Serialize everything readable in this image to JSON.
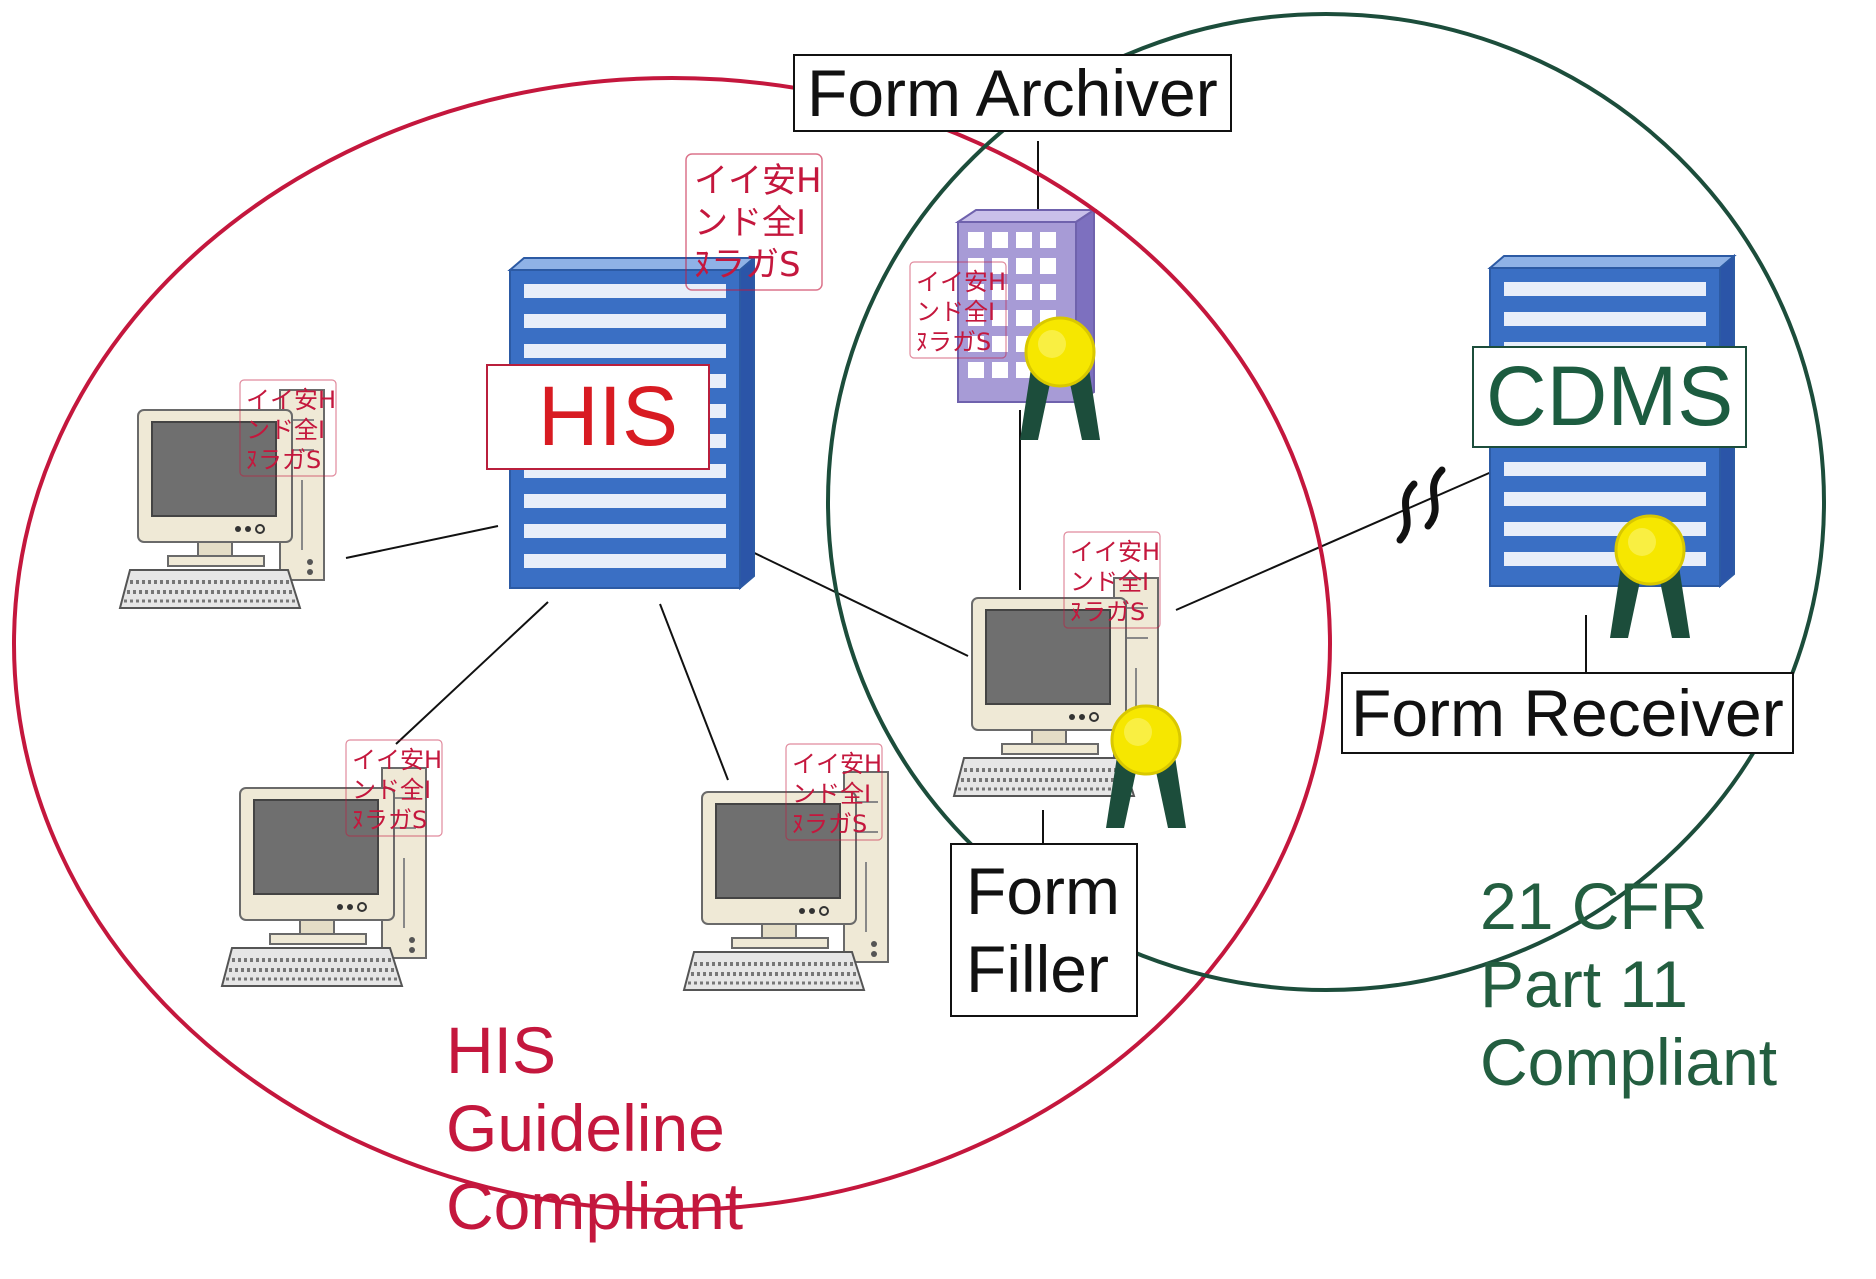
{
  "colors": {
    "his_circle": "#c4173d",
    "cfr_circle": "#1c4d3b",
    "server_blue": "#3a6fc4",
    "archiver_purple": "#a79bd6",
    "medal_yellow": "#f6e700",
    "ribbon_green": "#1c4d3b"
  },
  "labels": {
    "form_archiver": "Form Archiver",
    "his": "HIS",
    "cdms": "CDMS",
    "form_receiver": "Form Receiver",
    "form_filler": [
      "Form",
      "Filler"
    ]
  },
  "regions": {
    "his_guideline": [
      "HIS",
      "Guideline",
      "Compliant"
    ],
    "cfr_part11": [
      "21 CFR",
      "Part 11",
      "Compliant"
    ]
  },
  "icons": {
    "server": "server-icon",
    "workstation": "workstation-icon",
    "certificate": "certificate-medal-icon",
    "stamp": "security-stamp-icon",
    "link_break": "link-break-icon"
  },
  "stamp_text": [
    "イイ安H",
    "ンド全I",
    "ﾇラガS"
  ]
}
